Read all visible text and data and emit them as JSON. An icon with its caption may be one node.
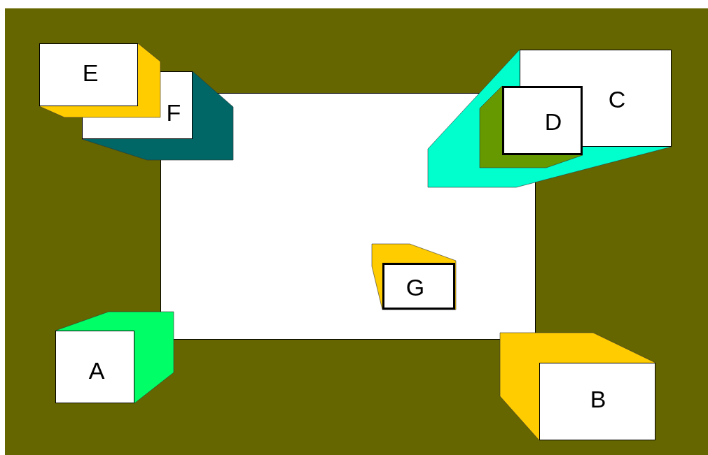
{
  "diagram": {
    "nodes": [
      {
        "text": [
          "E"
        ]
      },
      {
        "text": [
          "F"
        ]
      },
      {
        "text": [
          "C"
        ]
      },
      {
        "text": [
          "D"
        ]
      },
      {
        "text": [],
        "shape": "box"
      },
      {
        "text": [
          "G"
        ],
        "in": 4
      },
      {
        "text": [
          "A"
        ]
      },
      {
        "text": [
          "B"
        ]
      }
    ]
  }
}
